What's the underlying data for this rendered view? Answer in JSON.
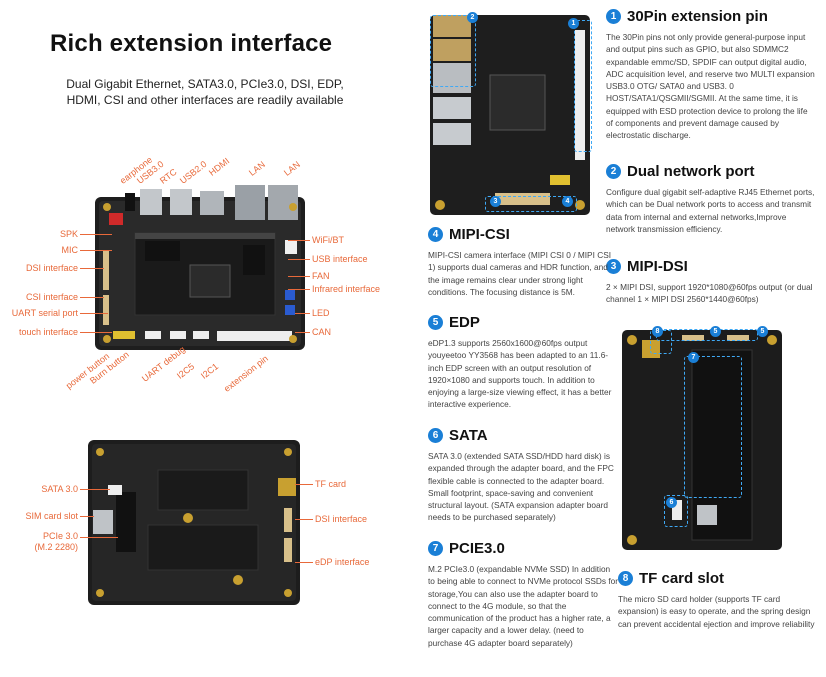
{
  "title": "Rich extension interface",
  "subtitle": "Dual Gigabit Ethernet, SATA3.0, PCIe3.0, DSI, EDP, HDMI, CSI and other interfaces are readily available",
  "top_board_labels": {
    "earphone": "earphone",
    "usb30": "USB3.0",
    "rtc": "RTC",
    "usb20": "USB2.0",
    "hdmi": "HDMI",
    "lan1": "LAN",
    "lan2": "LAN",
    "spk": "SPK",
    "mic": "MIC",
    "dsi": "DSI interface",
    "csi": "CSI interface",
    "uart_port": "UART serial port",
    "touch": "touch interface",
    "wifi": "WiFi/BT",
    "usb_if": "USB interface",
    "fan": "FAN",
    "infrared": "Infrared interface",
    "led": "LED",
    "can": "CAN",
    "power_button": "power button",
    "burn_button": "Burn button",
    "uart_debug": "UART debug",
    "i2c5": "I2C5",
    "i2c1": "I2C1",
    "extension_pin": "extension pin"
  },
  "bottom_board_labels": {
    "sata": "SATA 3.0",
    "sim": "SIM card slot",
    "pcie": "PCIe 3.0",
    "pcie_sub": "(M.2 2280)",
    "tf": "TF card",
    "dsi": "DSI interface",
    "edp": "eDP interface"
  },
  "sections": [
    {
      "num": "1",
      "title": "30Pin extension pin",
      "body": "The 30Pin pins not only provide general-purpose input and output pins such as GPIO, but also SDMMC2 expandable emmc/SD, SPDIF can output digital audio, ADC acquisition level, and reserve two MULTI expansion USB3.0 OTG/ SATA0 and USB3. 0 HOST/SATA1/QSGMII/SGMII. At the same time, it is equipped with ESD protection device to prolong the life of components and prevent damage caused by electrostatic discharge."
    },
    {
      "num": "2",
      "title": "Dual network port",
      "body": "Configure dual gigabit self-adaptive RJ45 Ethernet ports, which can be Dual network ports to access and transmit data from internal and external networks,Improve network transmission efficiency."
    },
    {
      "num": "3",
      "title": "MIPI-DSI",
      "body": "2 × MIPI DSI, support 1920*1080@60fps output (or dual channel 1 × MIPI DSI 2560*1440@60fps)"
    },
    {
      "num": "4",
      "title": "MIPI-CSI",
      "body": "MIPI-CSI camera interface (MIPI CSI 0 / MIPI CSI 1) supports dual cameras and HDR function, and the image remains clear under strong light conditions. The focusing distance is 5M."
    },
    {
      "num": "5",
      "title": "EDP",
      "body": "eDP1.3 supports 2560x1600@60fps output youyeetoo YY3568 has been adapted to an 11.6-inch EDP screen with an output resolution of 1920×1080 and supports touch. In addition to enjoying a large-size viewing effect, it has a better interactive experience."
    },
    {
      "num": "6",
      "title": "SATA",
      "body": "SATA 3.0 (extended SATA SSD/HDD hard disk) is expanded through the adapter board, and the FPC flexible cable is connected to the adapter board. Small footprint, space-saving and convenient structural layout. (SATA expansion adapter board needs to be purchased separately)"
    },
    {
      "num": "7",
      "title": "PCIE3.0",
      "body": "M.2 PCIe3.0 (expandable NVMe SSD) In addition to being able to connect to NVMe protocol SSDs for storage,You can also use the adapter board to connect to the 4G module, so that the communication of the product has a higher rate, a larger capacity and a lower delay. (need to purchase 4G adapter board separately)"
    },
    {
      "num": "8",
      "title": "TF card slot",
      "body": "The micro SD card holder (supports TF card expansion) is easy to operate, and the spring design can prevent accidental ejection and improve reliability"
    }
  ],
  "board_badges": {
    "top_1": "1",
    "top_2": "2",
    "top_3": "3",
    "top_4": "4",
    "bot_5": "5",
    "bot_6": "6",
    "bot_7": "7",
    "bot_8": "8"
  },
  "colors": {
    "accent": "#e8693a",
    "badge": "#1a7fd6",
    "dashed": "#3fa9f5"
  }
}
